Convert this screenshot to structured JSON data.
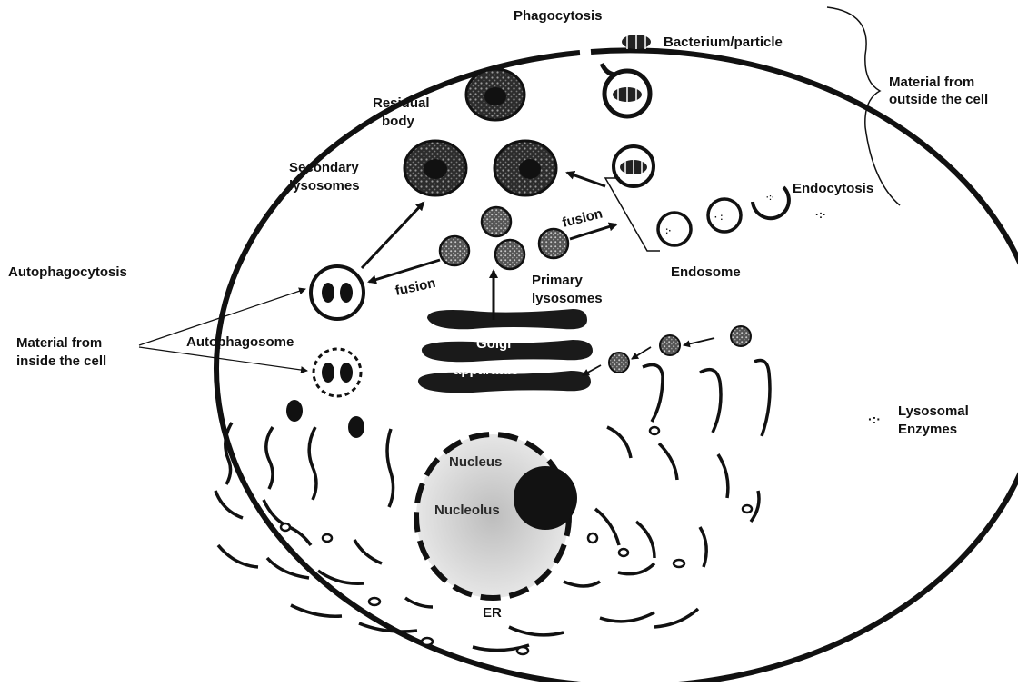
{
  "diagram": {
    "labels": {
      "phagocytosis": "Phagocytosis",
      "bacterium_particle": "Bacterium/particle",
      "material_outside_1": "Material from",
      "material_outside_2": "outside the cell",
      "residual_body_1": "Residual",
      "residual_body_2": "body",
      "secondary_lysosomes_1": "Secondary",
      "secondary_lysosomes_2": "lysosomes",
      "endocytosis": "Endocytosis",
      "fusion_left": "fusion",
      "fusion_right": "fusion",
      "autophagocytosis": "Autophagocytosis",
      "primary_lysosomes_1": "Primary",
      "primary_lysosomes_2": "lysosomes",
      "endosome": "Endosome",
      "material_inside_1": "Material from",
      "material_inside_2": "inside the cell",
      "autophagosome": "Autophagosome",
      "golgi_1": "Golgi",
      "golgi_2": "apparatus",
      "lysosomal_enzymes_1": "Lysosomal",
      "lysosomal_enzymes_2": "Enzymes",
      "nucleus": "Nucleus",
      "nucleolus": "Nucleolus",
      "er": "ER"
    },
    "colors": {
      "membrane": "#111111",
      "lysosome_fill": "#3a3a3a",
      "primary_fill": "#6a6a6a",
      "nucleolus": "#1a1a1a"
    }
  }
}
